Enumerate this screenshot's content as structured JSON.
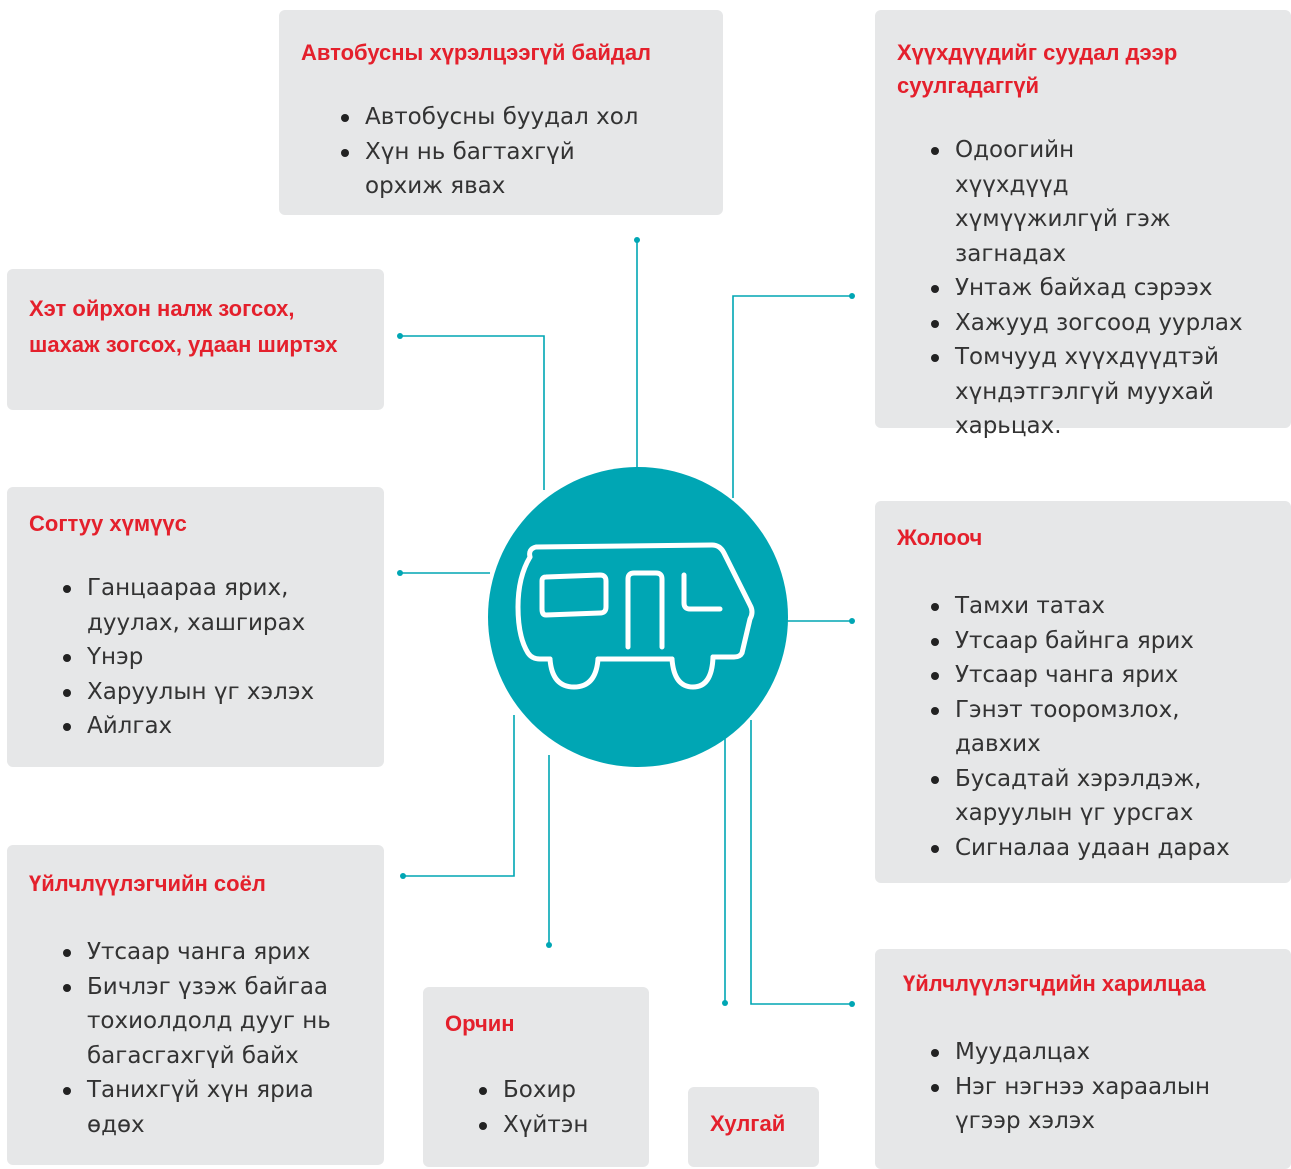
{
  "accent_color": "#00a6b4",
  "title_color": "#e4202c",
  "hub": {
    "icon": "bus-icon"
  },
  "cards": {
    "bus_unpunctual": {
      "title": "Автобусны хүрэлцээгүй байдал",
      "items": [
        "Автобусны буудал хол",
        "Хүн нь багтахгүй орхиж явах"
      ]
    },
    "children": {
      "title": "Хүүхдүүдийг суудал дээр суулгадаггүй",
      "items": [
        "Одоогийн хүүхдүүд хүмүүжилгүй гэж загнадах",
        "Унтаж байхад сэрээх",
        "Хажууд зогсоод уурлах",
        "Томчууд хүүхдүүдтэй хүндэтгэлгүй муухай харьцах."
      ]
    },
    "close_standing": {
      "title": "Хэт ойрхон налж зогсох, шахаж зогсох, удаан ширтэх",
      "items": []
    },
    "drunk": {
      "title": "Согтуу хүмүүс",
      "items": [
        "Ганцаараа ярих, дуулах, хашгирах",
        "Үнэр",
        "Харуулын үг хэлэх",
        "Айлгах"
      ]
    },
    "driver": {
      "title": "Жолооч",
      "items": [
        "Тамхи татах",
        "Утсаар байнга ярих",
        "Утсаар чанга ярих",
        "Гэнэт тооромзлох, давхих",
        "Бусадтай хэрэлдэж, харуулын үг урсгах",
        "Сигналаа удаан дарах"
      ]
    },
    "culture": {
      "title": "Үйлчлүүлэгчийн соёл",
      "items": [
        "Утсаар чанга ярих",
        "Бичлэг үзэж байгаа тохиолдолд дууг нь багасгахгүй байх",
        "Танихгүй хүн яриа өдөх"
      ]
    },
    "environment": {
      "title": "Орчин",
      "items": [
        "Бохир",
        "Хүйтэн"
      ]
    },
    "thief": {
      "title": "Хулгай",
      "items": []
    },
    "relations": {
      "title": "Үйлчлүүлэгчдийн харилцаа",
      "items": [
        "Муудалцах",
        "Нэг нэгнээ хараалын үгээр хэлэх"
      ]
    }
  }
}
